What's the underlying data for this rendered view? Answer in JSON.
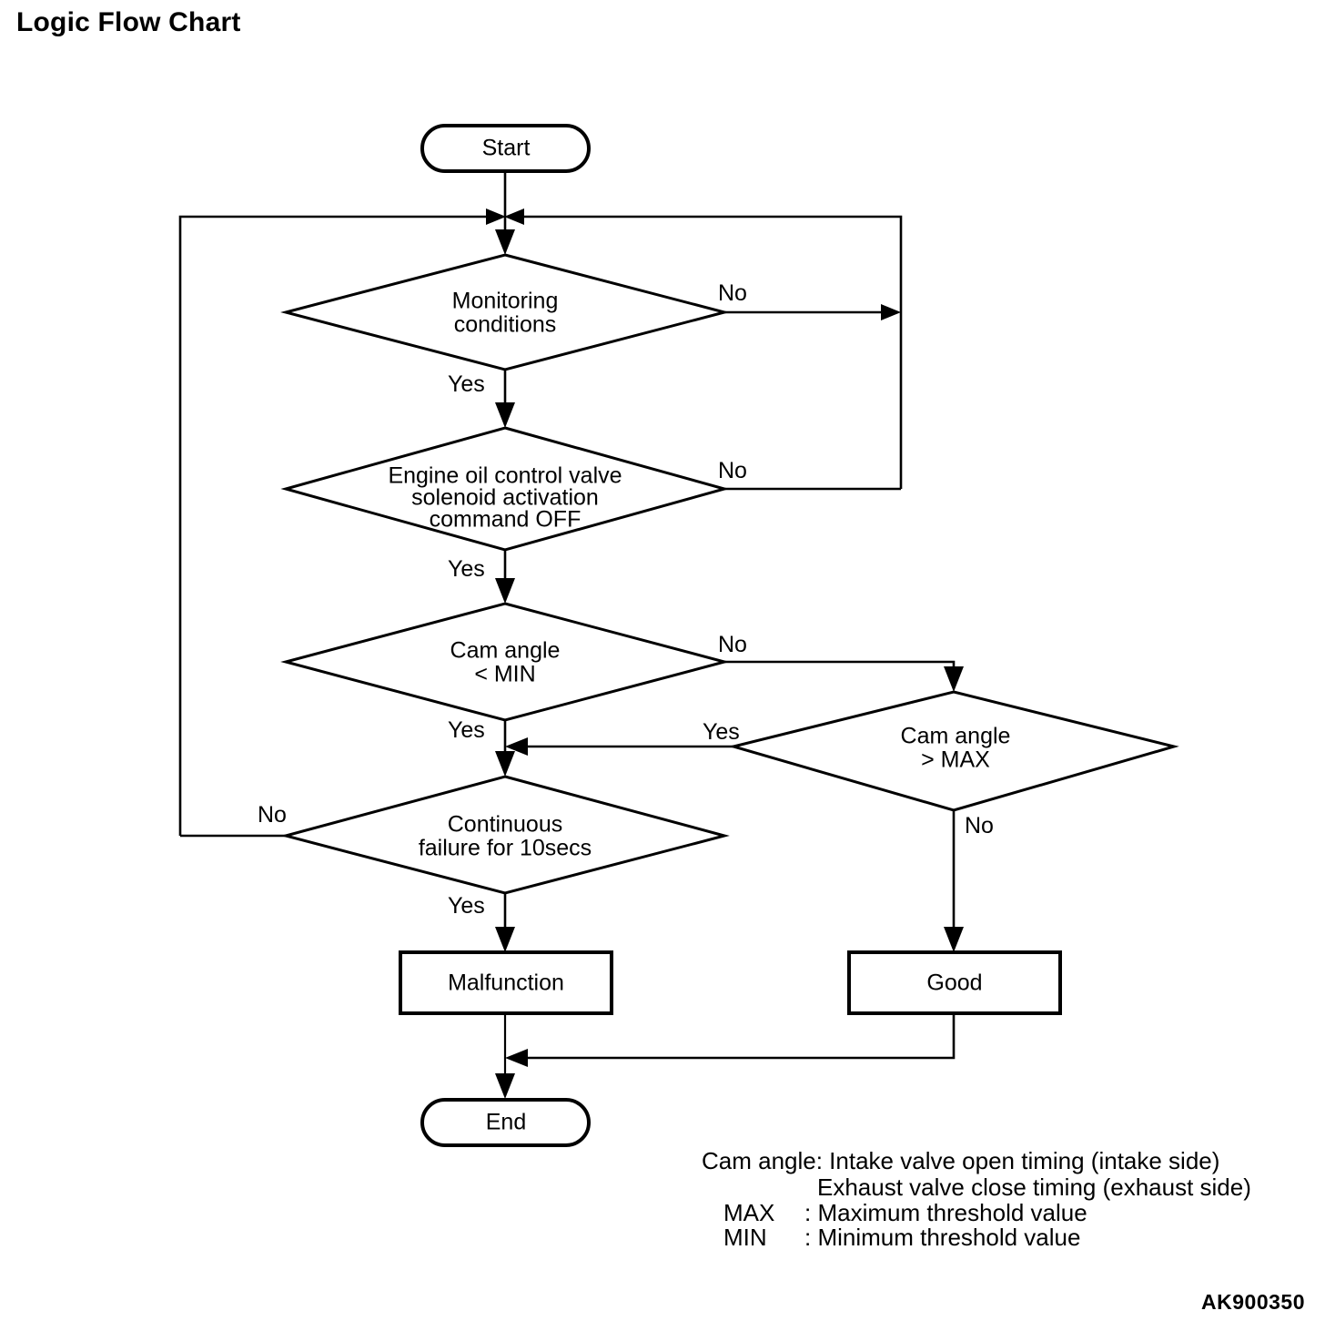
{
  "page": {
    "title": "Logic Flow Chart",
    "footer_code": "AK900350"
  },
  "chart_data": {
    "type": "diagram",
    "diagram_kind": "flowchart",
    "title": "Logic Flow Chart",
    "nodes": [
      {
        "id": "start",
        "shape": "terminator",
        "label": "Start"
      },
      {
        "id": "monitoring",
        "shape": "decision",
        "label_lines": [
          "Monitoring",
          "conditions"
        ]
      },
      {
        "id": "solenoid",
        "shape": "decision",
        "label_lines": [
          "Engine oil control valve",
          "solenoid activation",
          "command OFF"
        ]
      },
      {
        "id": "cam_min",
        "shape": "decision",
        "label_lines": [
          "Cam angle",
          "<      MIN"
        ]
      },
      {
        "id": "cam_max",
        "shape": "decision",
        "label_lines": [
          "Cam angle",
          ">      MAX"
        ]
      },
      {
        "id": "continuous",
        "shape": "decision",
        "label_lines": [
          "Continuous",
          "failure for 10secs"
        ]
      },
      {
        "id": "malfunction",
        "shape": "process",
        "label": "Malfunction"
      },
      {
        "id": "good",
        "shape": "process",
        "label": "Good"
      },
      {
        "id": "end",
        "shape": "terminator",
        "label": "End"
      }
    ],
    "edges": [
      {
        "from": "start",
        "to": "monitoring",
        "label": ""
      },
      {
        "from": "monitoring",
        "to": "solenoid",
        "label": "Yes"
      },
      {
        "from": "monitoring",
        "to": "start_merge",
        "label": "No"
      },
      {
        "from": "solenoid",
        "to": "cam_min",
        "label": "Yes"
      },
      {
        "from": "solenoid",
        "to": "start_merge",
        "label": "No"
      },
      {
        "from": "cam_min",
        "to": "continuous",
        "label": "Yes"
      },
      {
        "from": "cam_min",
        "to": "cam_max",
        "label": "No"
      },
      {
        "from": "cam_max",
        "to": "continuous",
        "label": "Yes"
      },
      {
        "from": "cam_max",
        "to": "good",
        "label": "No"
      },
      {
        "from": "continuous",
        "to": "malfunction",
        "label": "Yes"
      },
      {
        "from": "continuous",
        "to": "start_merge",
        "label": "No"
      },
      {
        "from": "malfunction",
        "to": "end",
        "label": ""
      },
      {
        "from": "good",
        "to": "end",
        "label": ""
      }
    ]
  },
  "nodes": {
    "start": {
      "label": "Start"
    },
    "monitoring": {
      "line1": "Monitoring",
      "line2": "conditions"
    },
    "solenoid": {
      "line1": "Engine oil control valve",
      "line2": "solenoid activation",
      "line3": "command OFF"
    },
    "cam_min": {
      "line1": "Cam angle",
      "line2": "<      MIN"
    },
    "cam_max": {
      "line1": "Cam angle",
      "line2": ">      MAX"
    },
    "continuous": {
      "line1": "Continuous",
      "line2": "failure for 10secs"
    },
    "malfunction": {
      "label": "Malfunction"
    },
    "good": {
      "label": "Good"
    },
    "end": {
      "label": "End"
    }
  },
  "branch_labels": {
    "monitoring_no": "No",
    "monitoring_yes": "Yes",
    "solenoid_no": "No",
    "solenoid_yes": "Yes",
    "cam_min_no": "No",
    "cam_min_yes": "Yes",
    "cam_max_yes": "Yes",
    "cam_max_no": "No",
    "continuous_no": "No",
    "continuous_yes": "Yes"
  },
  "legend": {
    "line1": "Cam angle: Intake valve open timing (intake side)",
    "line2": "Exhaust valve close timing (exhaust side)",
    "line3_term": "MAX",
    "line3_desc": ": Maximum threshold value",
    "line4_term": "MIN",
    "line4_desc": ": Minimum threshold value"
  },
  "colors": {
    "ink": "#000000",
    "paper": "#ffffff"
  }
}
